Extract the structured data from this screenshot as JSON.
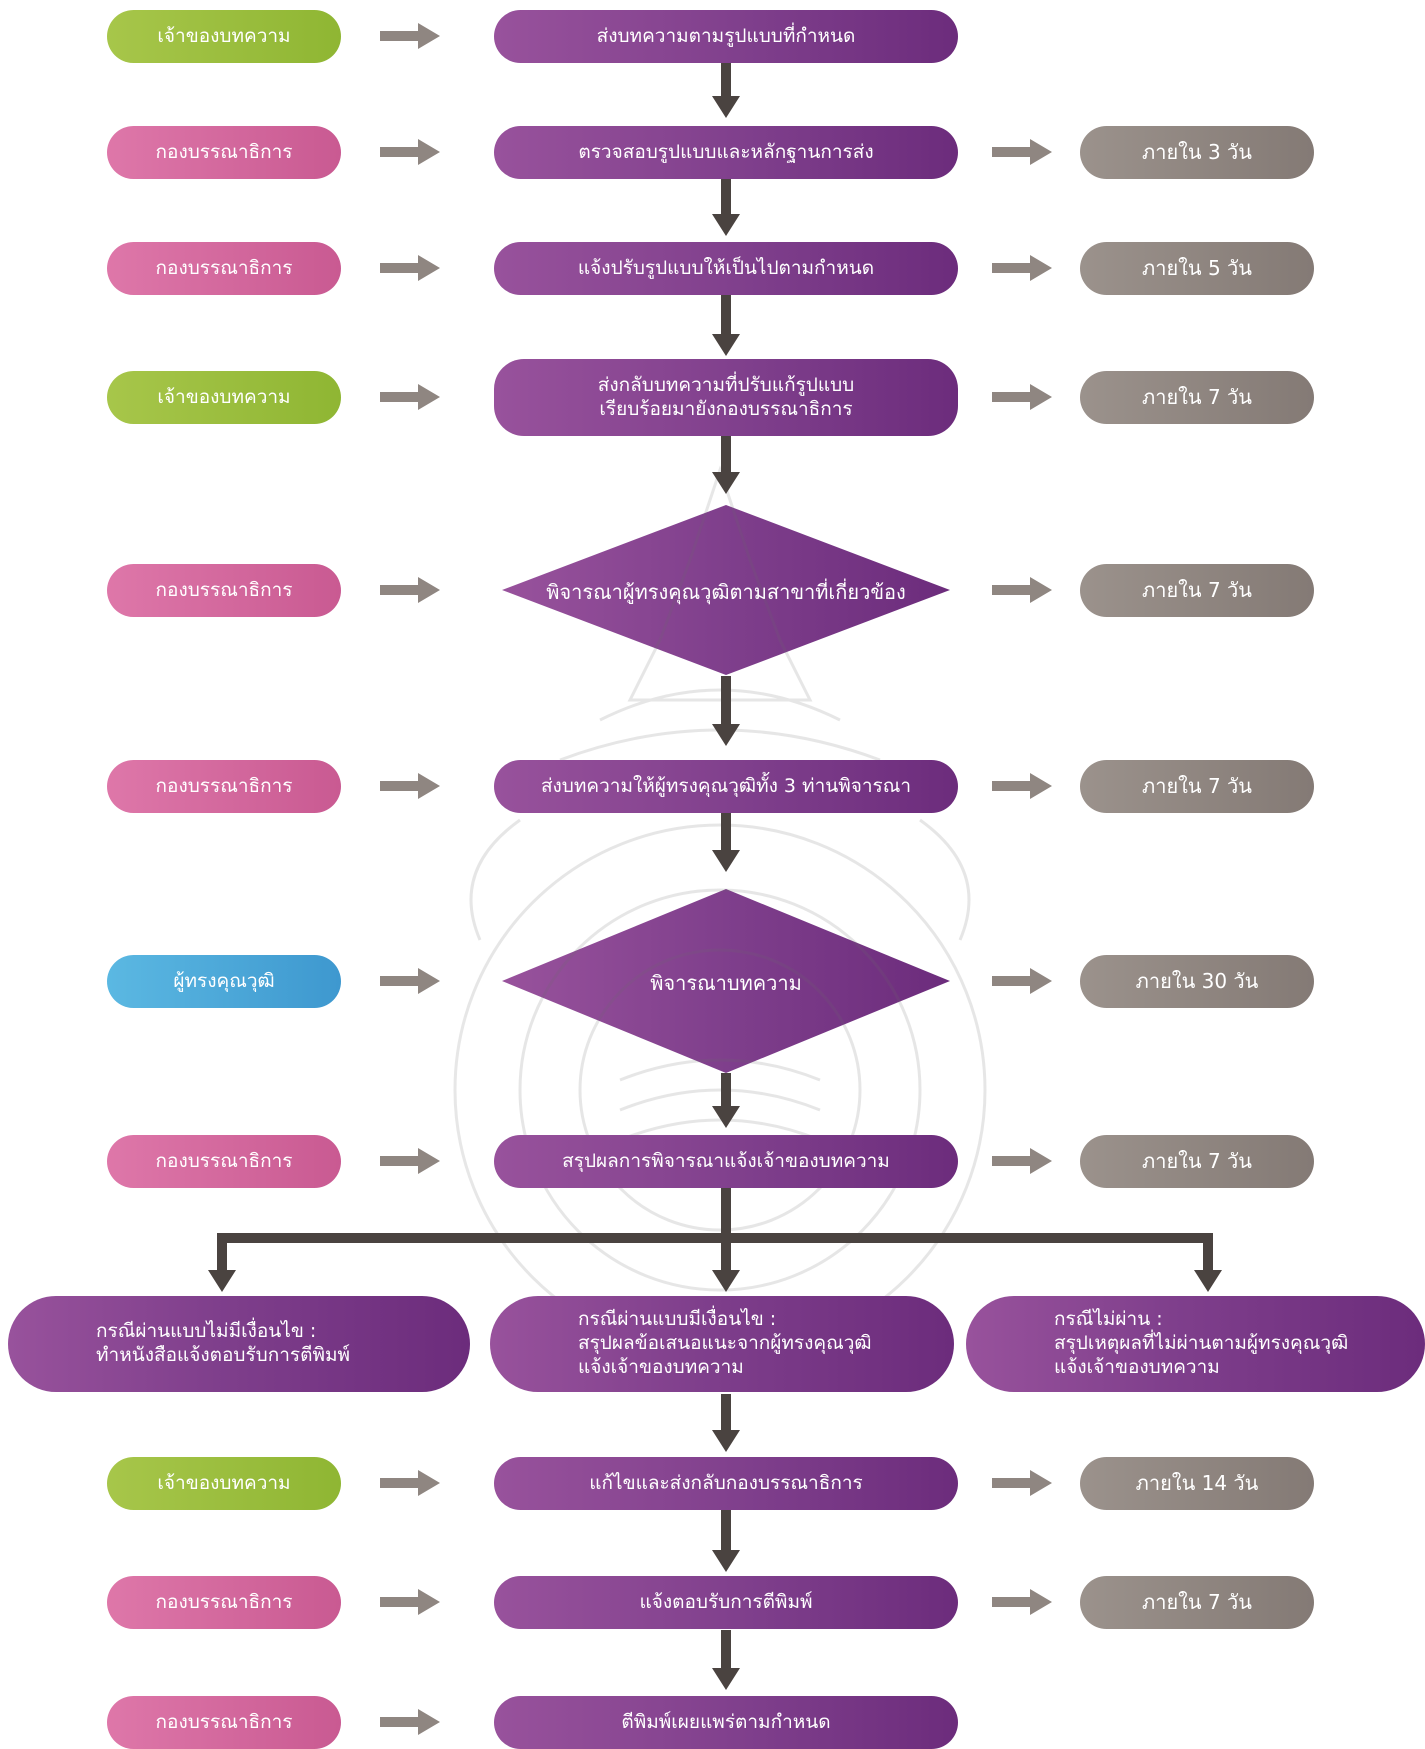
{
  "colors": {
    "owner": "#9bbf3d",
    "editor": "#d56aa0",
    "reviewer": "#4aa8da",
    "task": "#7f3f8c",
    "time": "#8f8681",
    "connector": "#4a4340",
    "side_arrow": "#8f8681"
  },
  "rows": [
    {
      "role": "เจ้าของบทความ",
      "task": "ส่งบทความตามรูปแบบที่กำหนด",
      "time": ""
    },
    {
      "role": "กองบรรณาธิการ",
      "task": "ตรวจสอบรูปแบบและหลักฐานการส่ง",
      "time": "ภายใน 3 วัน"
    },
    {
      "role": "กองบรรณาธิการ",
      "task": "แจ้งปรับรูปแบบให้เป็นไปตามกำหนด",
      "time": "ภายใน 5 วัน"
    },
    {
      "role": "เจ้าของบทความ",
      "task_line1": "ส่งกลับบทความที่ปรับแก้รูปแบบ",
      "task_line2": "เรียบร้อยมายังกองบรรณาธิการ",
      "time": "ภายใน 7 วัน"
    },
    {
      "role": "กองบรรณาธิการ",
      "task": "พิจารณาผู้ทรงคุณวุฒิตามสาขาที่เกี่ยวข้อง",
      "time": "ภายใน 7 วัน"
    },
    {
      "role": "กองบรรณาธิการ",
      "task": "ส่งบทความให้ผู้ทรงคุณวุฒิทั้ง 3 ท่านพิจารณา",
      "time": "ภายใน 7 วัน"
    },
    {
      "role": "ผู้ทรงคุณวุฒิ",
      "task": "พิจารณาบทความ",
      "time": "ภายใน 30 วัน"
    },
    {
      "role": "กองบรรณาธิการ",
      "task": "สรุปผลการพิจารณาแจ้งเจ้าของบทความ",
      "time": "ภายใน 7 วัน"
    }
  ],
  "branches": [
    {
      "line1": "กรณีผ่านแบบไม่มีเงื่อนไข :",
      "line2": "ทำหนังสือแจ้งตอบรับการตีพิมพ์",
      "line3": ""
    },
    {
      "line1": "กรณีผ่านแบบมีเงื่อนไข :",
      "line2": "สรุปผลข้อเสนอแนะจากผู้ทรงคุณวุฒิ",
      "line3": "แจ้งเจ้าของบทความ"
    },
    {
      "line1": "กรณีไม่ผ่าน :",
      "line2": "สรุปเหตุผลที่ไม่ผ่านตามผู้ทรงคุณวุฒิ",
      "line3": "แจ้งเจ้าของบทความ"
    }
  ],
  "rows_after": [
    {
      "role": "เจ้าของบทความ",
      "task": "แก้ไขและส่งกลับกองบรรณาธิการ",
      "time": "ภายใน 14 วัน"
    },
    {
      "role": "กองบรรณาธิการ",
      "task": "แจ้งตอบรับการตีพิมพ์",
      "time": "ภายใน 7 วัน"
    },
    {
      "role": "กองบรรณาธิการ",
      "task": "ตีพิมพ์เผยแพร่ตามกำหนด",
      "time": ""
    }
  ]
}
